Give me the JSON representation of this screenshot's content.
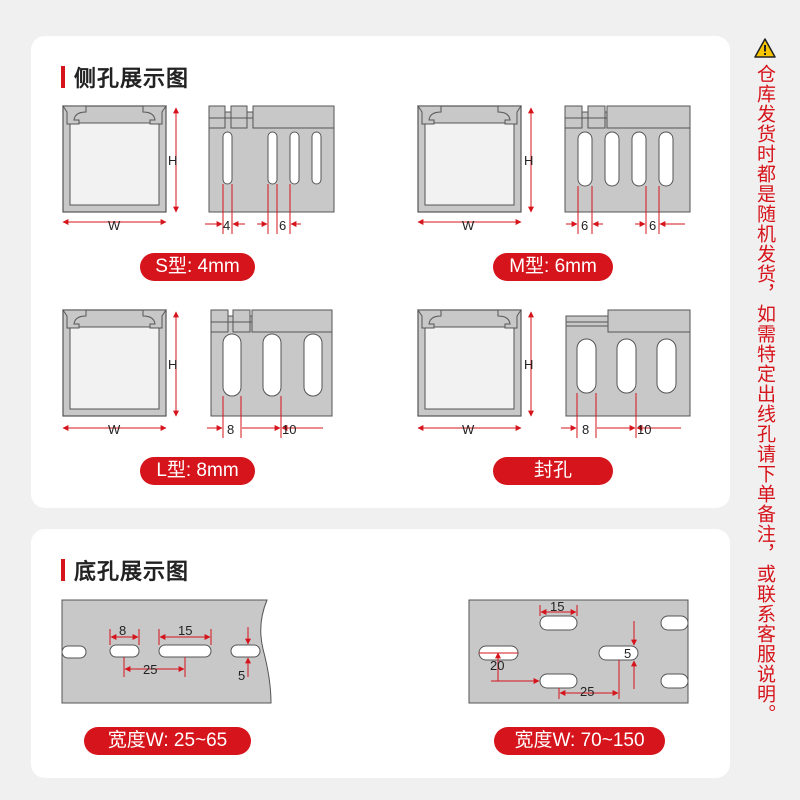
{
  "section_side": {
    "title": "侧孔展示图"
  },
  "section_bottom": {
    "title": "底孔展示图"
  },
  "labels": {
    "h": "H",
    "w": "W"
  },
  "types": [
    {
      "name": "S型: 4mm",
      "dim_a": "4",
      "dim_b": "6"
    },
    {
      "name": "M型: 6mm",
      "dim_a": "6",
      "dim_b": "6"
    },
    {
      "name": "L型: 8mm",
      "dim_a": "8",
      "dim_b": "10"
    },
    {
      "name": "封孔",
      "dim_a": "8",
      "dim_b": "10"
    }
  ],
  "bottom": [
    {
      "label": "宽度W: 25~65",
      "d1": "8",
      "d2": "15",
      "d3": "25",
      "d4": "5"
    },
    {
      "label": "宽度W: 70~150",
      "d1": "15",
      "d2": "5",
      "d3": "20",
      "d4": "25"
    }
  ],
  "notice": "仓库发货时都是随机发货，如需特定出线孔请下单备注，或联系客服说明。",
  "colors": {
    "accent": "#d6141b",
    "panel": "#c8c8c8",
    "outline": "#555555"
  }
}
